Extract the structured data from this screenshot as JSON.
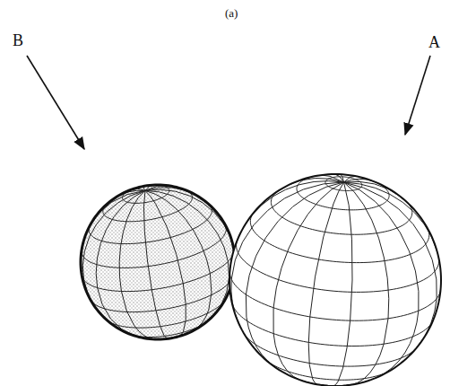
{
  "diagram": {
    "labels": [
      "(a)",
      "B",
      "A"
    ]
  }
}
